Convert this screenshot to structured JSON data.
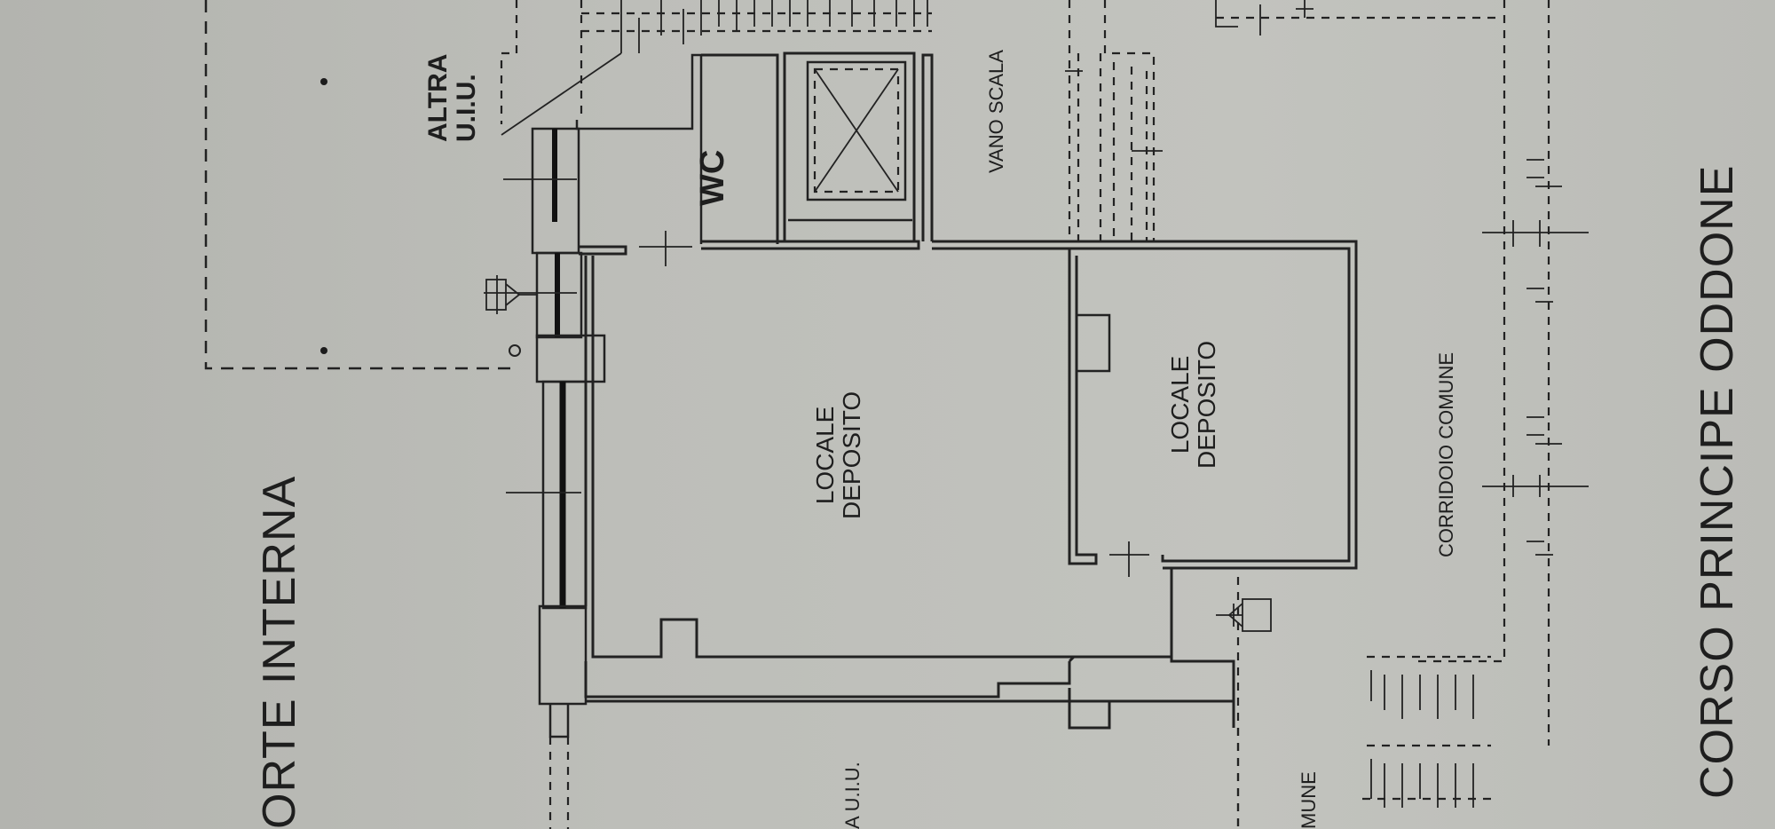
{
  "labels": {
    "corso": "CORSO PRINCIPE ODDONE",
    "corte": "ORTE INTERNA",
    "altra_uiu_1": "ALTRA",
    "altra_uiu_2": "U.I.U.",
    "wc": "WC",
    "vano_scala": "VANO SCALA",
    "locale_deposito_main_1": "LOCALE",
    "locale_deposito_main_2": "DEPOSITO",
    "locale_deposito_small_1": "LOCALE",
    "locale_deposito_small_2": "DEPOSITO",
    "corridoio": "CORRIDOIO COMUNE",
    "uiu_partial": "A U.I.U.",
    "comune_partial": "MUNE"
  }
}
